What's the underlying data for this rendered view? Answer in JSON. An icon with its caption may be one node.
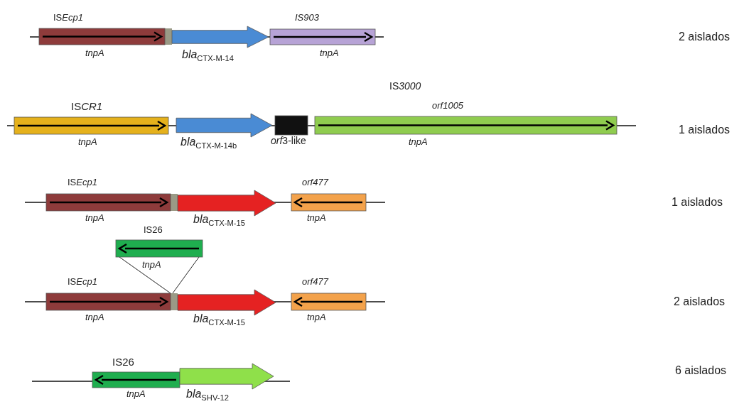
{
  "diagram": {
    "nodes": [
      {
        "text": [
          "ISEcp1",
          "tnpA"
        ]
      },
      {
        "text": [
          "*bla*$_{CTX-M-14}$"
        ]
      },
      {
        "text": [
          "IS903",
          "tnpA"
        ]
      },
      {
        "text": [
          "ISCR1",
          "tnpA"
        ]
      },
      {
        "text": [
          "*bla*$_{CTX-M-14b}$"
        ]
      },
      {
        "text": [
          "orf3-like"
        ]
      },
      {
        "text": [
          "IS3000",
          "orf1005",
          "tnpA"
        ]
      },
      {
        "text": [
          "ISEcp1",
          "tnpA"
        ]
      },
      {
        "text": [
          "*bla*$_{CTX-M-15}$"
        ]
      },
      {
        "text": [
          "orf477",
          "tnpA"
        ]
      },
      {
        "text": [
          "IS26",
          "tnpA"
        ]
      },
      {
        "text": [
          "ISEcp1",
          "tnpA"
        ]
      },
      {
        "text": [
          "*bla*$_{CTX-M-15}$"
        ]
      },
      {
        "text": [
          "orf477",
          "tnpA"
        ]
      },
      {
        "text": [
          "IS26",
          "tnpA"
        ]
      },
      {
        "text": [
          "*bla*$_{SHV-12}$"
        ]
      }
    ],
    "labels": [
      "2 aislados",
      "1 aislados",
      "1 aislados",
      "2 aislados",
      "6 aislados"
    ]
  }
}
